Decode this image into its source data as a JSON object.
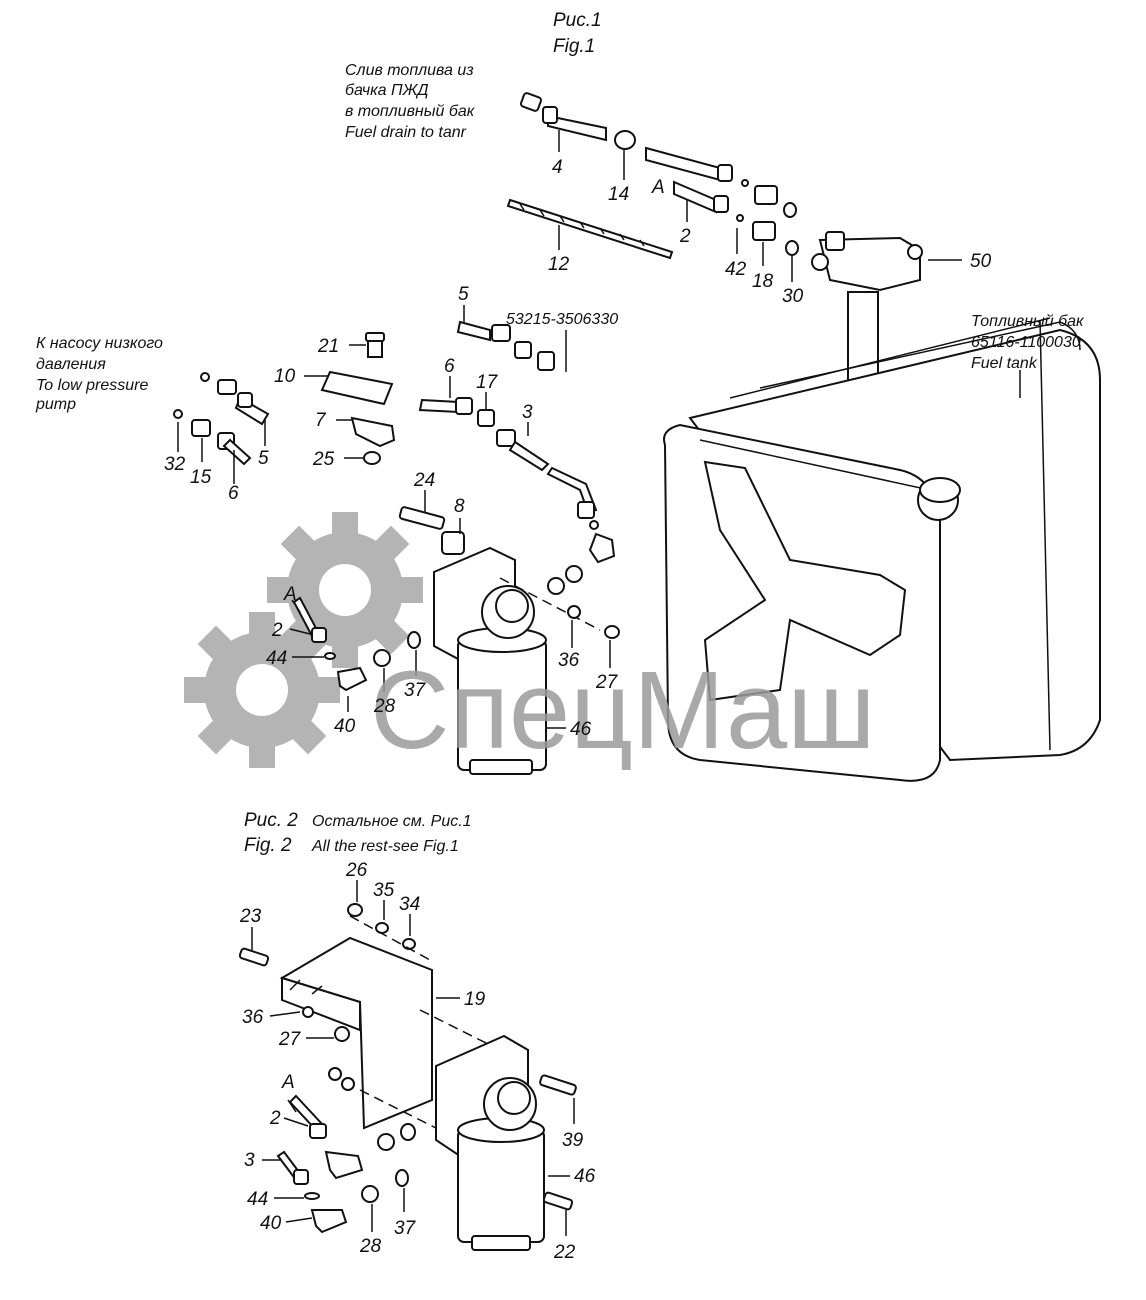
{
  "fig1": {
    "title_ru": "Рис.1",
    "title_en": "Fig.1",
    "note_drain": [
      "Слив топлива из",
      "бачка ПЖД",
      "в топливный бак",
      "Fuel drain to tanr"
    ],
    "note_pump": [
      "К насосу низкого",
      "давления",
      "To low pressure",
      "pump"
    ],
    "note_tank": [
      "Топливный бак",
      "65116-1100030",
      "Fuel tank"
    ],
    "assembly_code": "53215-3506330",
    "labels": {
      "l4": "4",
      "l14": "14",
      "lA1": "A",
      "l2a": "2",
      "l12": "12",
      "l42": "42",
      "l18": "18",
      "l30": "30",
      "l50": "50",
      "l5a": "5",
      "l6a": "6",
      "l17": "17",
      "l3a": "3",
      "l21": "21",
      "l10": "10",
      "l7": "7",
      "l25": "25",
      "l32": "32",
      "l15": "15",
      "l5b": "5",
      "l6b": "6",
      "l24": "24",
      "l8": "8",
      "lA2": "A",
      "l2b": "2",
      "l44a": "44",
      "l40a": "40",
      "l28a": "28",
      "l37a": "37",
      "l36a": "36",
      "l27a": "27",
      "l46a": "46"
    }
  },
  "fig2": {
    "title_ru": "Рис. 2",
    "title_en": "Fig. 2",
    "subtitle_ru": "Остальное см. Рис.1",
    "subtitle_en": "All the rest-see  Fig.1",
    "labels": {
      "l26": "26",
      "l35": "35",
      "l34": "34",
      "l23": "23",
      "l19": "19",
      "l36b": "36",
      "l27b": "27",
      "lA3": "A",
      "l2c": "2",
      "l3b": "3",
      "l44b": "44",
      "l40b": "40",
      "l28b": "28",
      "l37b": "37",
      "l46b": "46",
      "l39": "39",
      "l22": "22"
    }
  },
  "watermark": {
    "text": "СпецМаш",
    "color": "#9b9b9b"
  },
  "icons": [
    "gear-logo-icon"
  ]
}
